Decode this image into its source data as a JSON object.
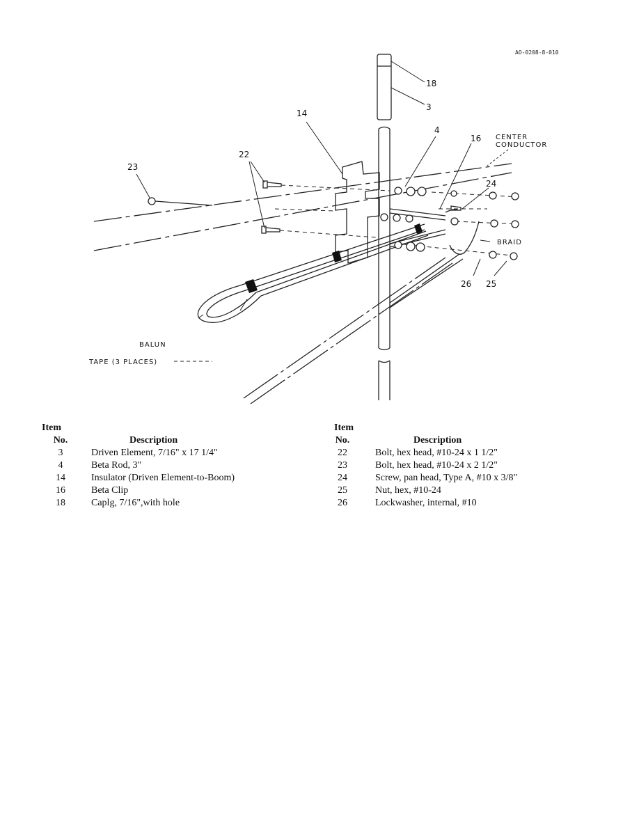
{
  "figure": {
    "ref_code": "AO-0208-8-010",
    "callouts": [
      "18",
      "3",
      "14",
      "4",
      "16",
      "22",
      "23",
      "24",
      "26",
      "25"
    ],
    "center_conductor": [
      "CENTER",
      "CONDUCTOR"
    ],
    "braid": "BRAID",
    "balun": "BALUN",
    "tape": "TAPE (3 PLACES)"
  },
  "parts_list": {
    "header_item": "Item",
    "header_no": "No.",
    "header_desc": "Description",
    "left": [
      {
        "no": "3",
        "desc": "Driven Element, 7/16\" x 17 1/4\""
      },
      {
        "no": "4",
        "desc": "Beta Rod, 3\""
      },
      {
        "no": "14",
        "desc": "Insulator (Driven Element-to-Boom)"
      },
      {
        "no": "16",
        "desc": "Beta Clip"
      },
      {
        "no": "18",
        "desc": "Caplg, 7/16\",with hole"
      }
    ],
    "right": [
      {
        "no": "22",
        "desc": "Bolt, hex head, #10-24 x 1 1/2\""
      },
      {
        "no": "23",
        "desc": "Bolt, hex head, #10-24 x 2 1/2\""
      },
      {
        "no": "24",
        "desc": "Screw, pan head, Type A, #10 x 3/8\""
      },
      {
        "no": "25",
        "desc": "Nut, hex, #10-24"
      },
      {
        "no": "26",
        "desc": "Lockwasher, internal, #10"
      }
    ]
  }
}
